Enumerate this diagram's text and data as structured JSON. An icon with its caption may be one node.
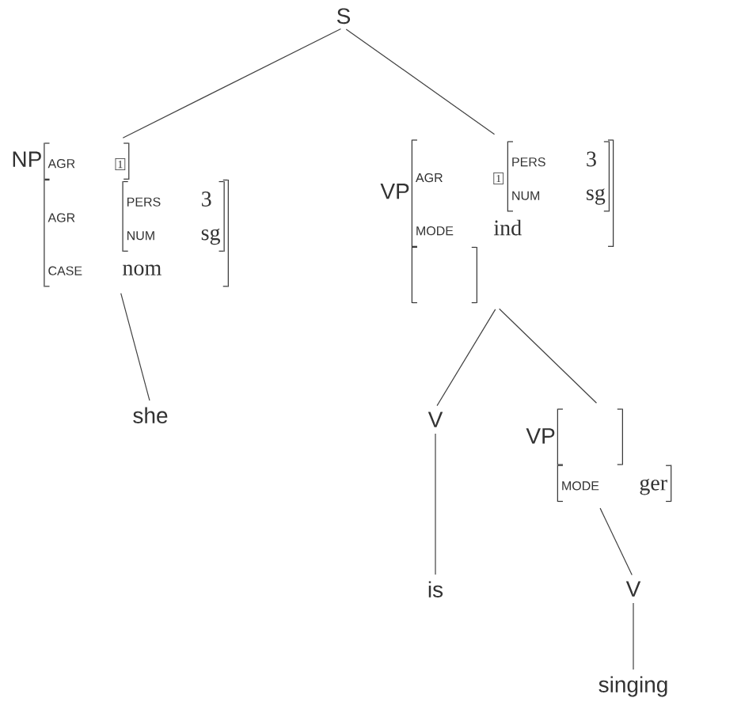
{
  "diagram": {
    "nodes": [
      {
        "text": [
          "S"
        ]
      },
      {
        "text": [
          "NP",
          "AGR",
          "1",
          "AGR",
          "PERS",
          "3",
          "NUM",
          "sg",
          "CASE",
          "nom"
        ]
      },
      {
        "text": [
          "VP",
          "AGR",
          "1",
          "PERS",
          "3",
          "NUM",
          "sg",
          "MODE",
          "ind"
        ]
      },
      {
        "text": [
          "she"
        ]
      },
      {
        "text": [
          "V"
        ]
      },
      {
        "text": [
          "VP",
          "MODE",
          "ger"
        ]
      },
      {
        "text": [
          "is"
        ]
      },
      {
        "text": [
          "V"
        ]
      },
      {
        "text": [
          "singing"
        ]
      }
    ],
    "edges": [
      {
        "from": 0,
        "to": 1,
        "arrow": "none"
      },
      {
        "from": 0,
        "to": 2,
        "arrow": "none"
      },
      {
        "from": 1,
        "to": 3,
        "arrow": "none"
      },
      {
        "from": 2,
        "to": 4,
        "arrow": "none"
      },
      {
        "from": 2,
        "to": 5,
        "arrow": "none"
      },
      {
        "from": 4,
        "to": 6,
        "arrow": "none"
      },
      {
        "from": 5,
        "to": 7,
        "arrow": "none"
      },
      {
        "from": 7,
        "to": 8,
        "arrow": "none"
      }
    ]
  }
}
